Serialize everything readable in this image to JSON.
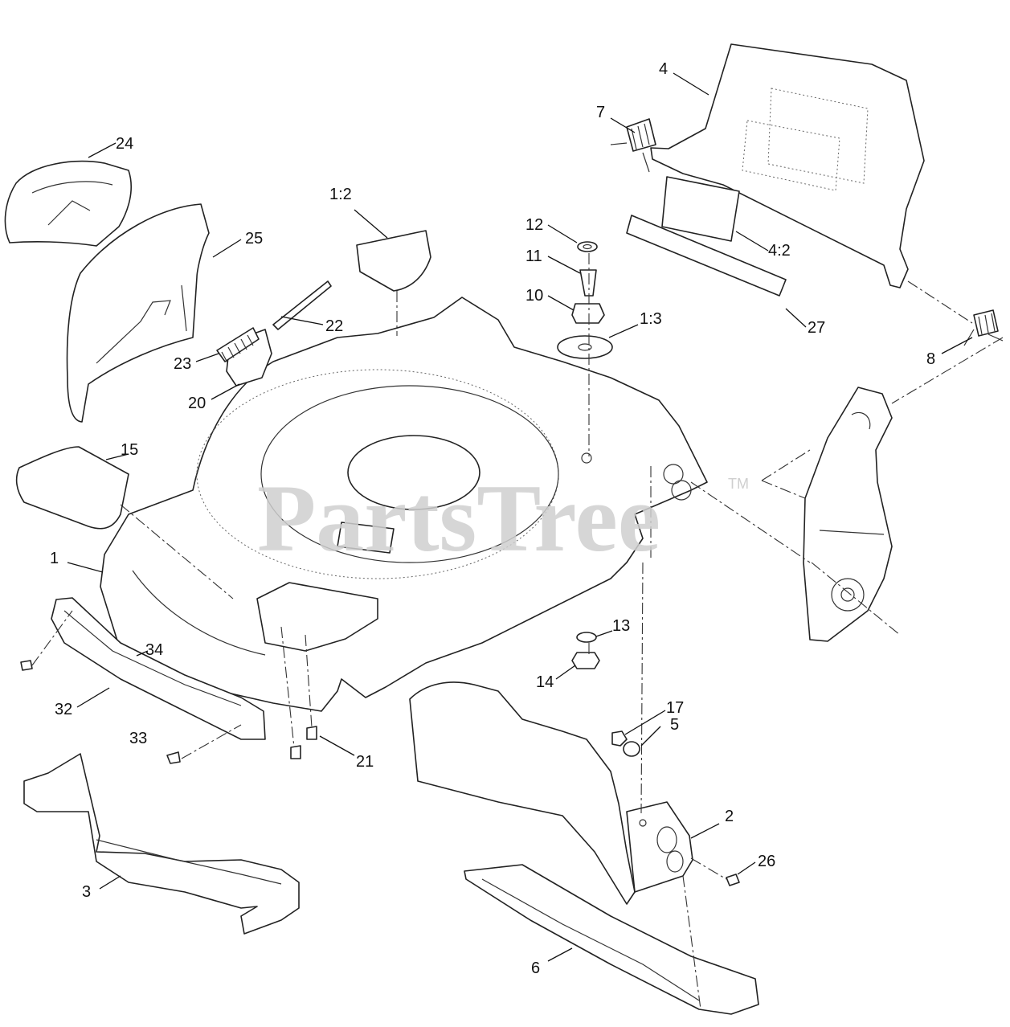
{
  "watermark": {
    "text": "PartsTree",
    "trademark": "TM"
  },
  "callouts": [
    {
      "id": "c-1",
      "text": "1"
    },
    {
      "id": "c-1-2",
      "text": "1:2"
    },
    {
      "id": "c-1-3",
      "text": "1:3"
    },
    {
      "id": "c-2",
      "text": "2"
    },
    {
      "id": "c-3",
      "text": "3"
    },
    {
      "id": "c-4",
      "text": "4"
    },
    {
      "id": "c-4-2",
      "text": "4:2"
    },
    {
      "id": "c-5",
      "text": "5"
    },
    {
      "id": "c-6",
      "text": "6"
    },
    {
      "id": "c-7",
      "text": "7"
    },
    {
      "id": "c-8",
      "text": "8"
    },
    {
      "id": "c-10",
      "text": "10"
    },
    {
      "id": "c-11",
      "text": "11"
    },
    {
      "id": "c-12",
      "text": "12"
    },
    {
      "id": "c-13",
      "text": "13"
    },
    {
      "id": "c-14",
      "text": "14"
    },
    {
      "id": "c-15",
      "text": "15"
    },
    {
      "id": "c-17",
      "text": "17"
    },
    {
      "id": "c-20",
      "text": "20"
    },
    {
      "id": "c-21",
      "text": "21"
    },
    {
      "id": "c-22",
      "text": "22"
    },
    {
      "id": "c-23",
      "text": "23"
    },
    {
      "id": "c-24",
      "text": "24"
    },
    {
      "id": "c-25",
      "text": "25"
    },
    {
      "id": "c-26",
      "text": "26"
    },
    {
      "id": "c-27",
      "text": "27"
    },
    {
      "id": "c-32",
      "text": "32"
    },
    {
      "id": "c-33",
      "text": "33"
    },
    {
      "id": "c-34",
      "text": "34"
    }
  ]
}
